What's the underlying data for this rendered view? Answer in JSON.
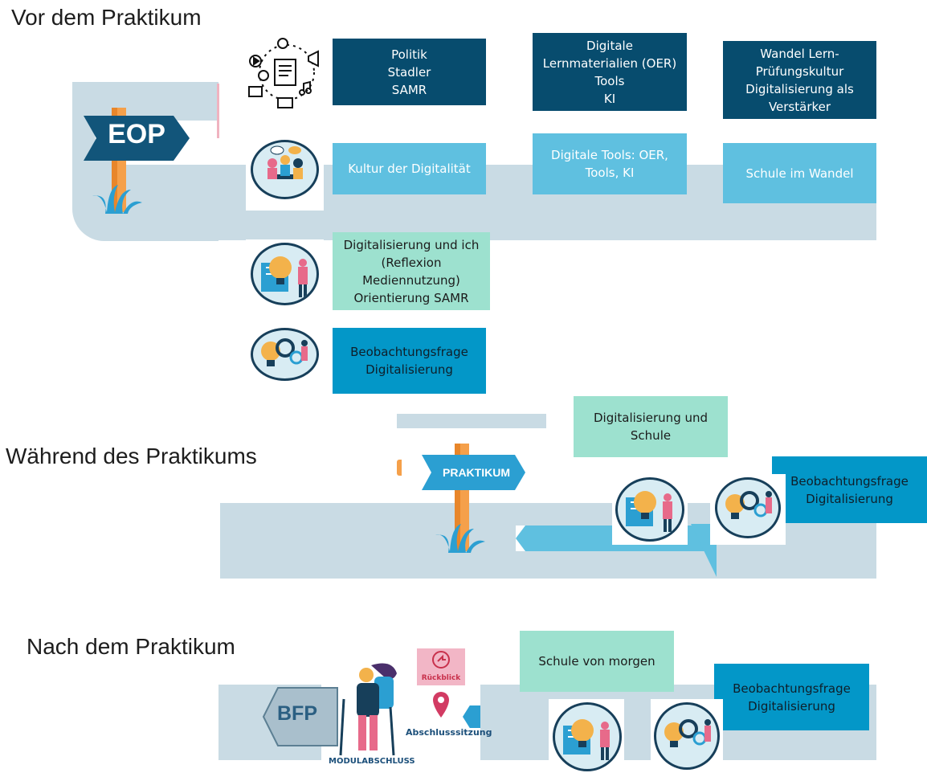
{
  "sections": {
    "before": "Vor dem Praktikum",
    "during": "Während des Praktikums",
    "after": "Nach dem Praktikum"
  },
  "signs": {
    "eop": "EOP",
    "praktikum": "PRAKTIKUM",
    "bfp": "BFP"
  },
  "boxes": {
    "politik": "Politik\nStadler\nSAMR",
    "lernmaterialien": "Digitale\nLernmaterialien (OER)\nTools\nKI",
    "wandel": "Wandel Lern-\nPrüfungskultur\nDigitalisierung als\nVerstärker",
    "kultur": "Kultur der Digitalität",
    "tools": "Digitale Tools: OER,\nTools, KI",
    "schule_wandel": "Schule im Wandel",
    "ich": "Digitalisierung und ich\n(Reflexion\nMediennutzung)\nOrientierung SAMR",
    "beob1": "Beobachtungsfrage\nDigitalisierung",
    "dig_schule": "Digitalisierung und\nSchule",
    "beob2": "Beobachtungsfrage\nDigitalisierung",
    "schule_morgen": "Schule von morgen",
    "beob3": "Beobachtungsfrage\nDigitalisierung"
  },
  "labels": {
    "rueckblick": "Rückblick",
    "abschlusssitzung": "Abschlusssitzung",
    "modulabschluss": "MODULABSCHLUSS"
  },
  "colors": {
    "dark": "#074c6e",
    "light": "#5fc0e0",
    "mint": "#9de1cf",
    "mid": "#0397c8",
    "road": "#c9dbe4"
  }
}
